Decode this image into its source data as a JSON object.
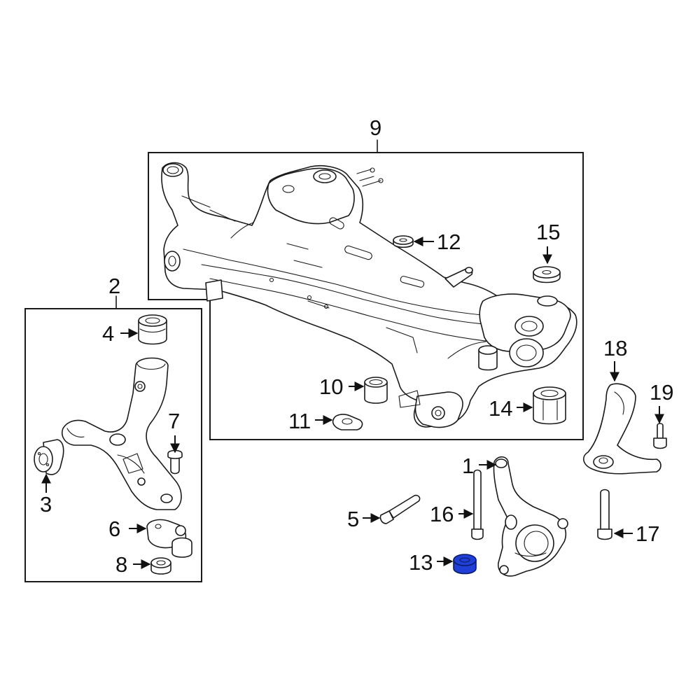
{
  "callouts": {
    "c1": "1",
    "c2": "2",
    "c3": "3",
    "c4": "4",
    "c5": "5",
    "c6": "6",
    "c7": "7",
    "c8": "8",
    "c9": "9",
    "c10": "10",
    "c11": "11",
    "c12": "12",
    "c13": "13",
    "c14": "14",
    "c15": "15",
    "c16": "16",
    "c17": "17",
    "c18": "18",
    "c19": "19"
  },
  "colors": {
    "line": "#1a1a1a",
    "highlight": "#1f3fd6",
    "background": "#ffffff"
  },
  "highlighted_part": "13"
}
